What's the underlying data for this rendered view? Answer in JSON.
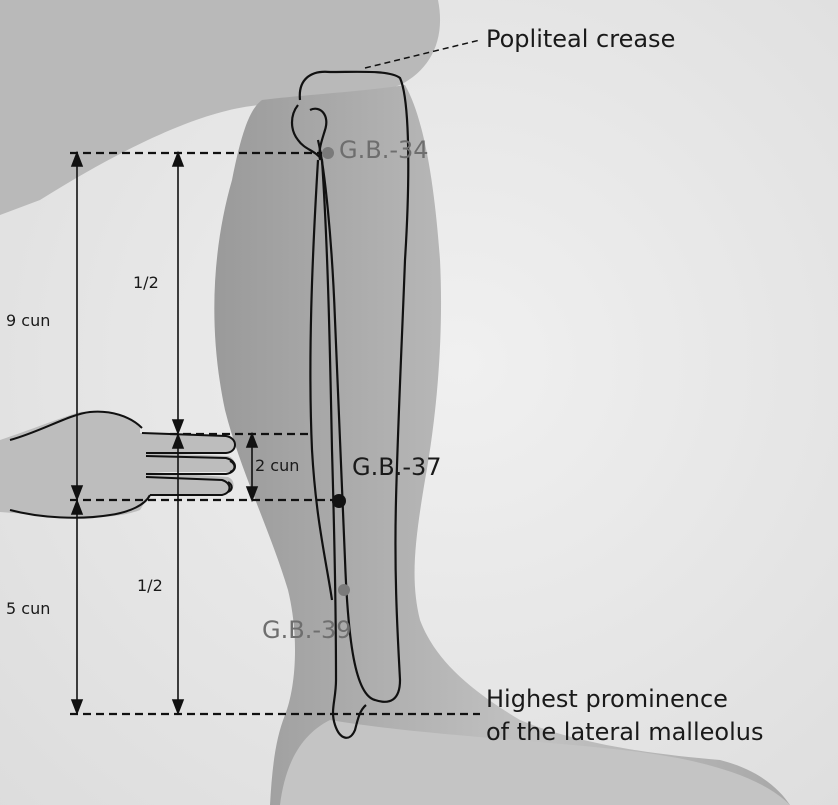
{
  "labels": {
    "popliteal": "Popliteal crease",
    "gb34": "G.B.-34",
    "gb37": "G.B.-37",
    "gb39": "G.B.-39",
    "malleolus_line1": "Highest prominence",
    "malleolus_line2": "of the lateral malleolus",
    "cun9": "9 cun",
    "cun5": "5 cun",
    "cun2": "2 cun",
    "half_upper": "1/2",
    "half_lower": "1/2"
  },
  "colors": {
    "background": "#ebebeb",
    "skin": "#b7b7b7",
    "outline": "#111111",
    "point_grey": "#7a7a7a",
    "point_black": "#111111"
  }
}
